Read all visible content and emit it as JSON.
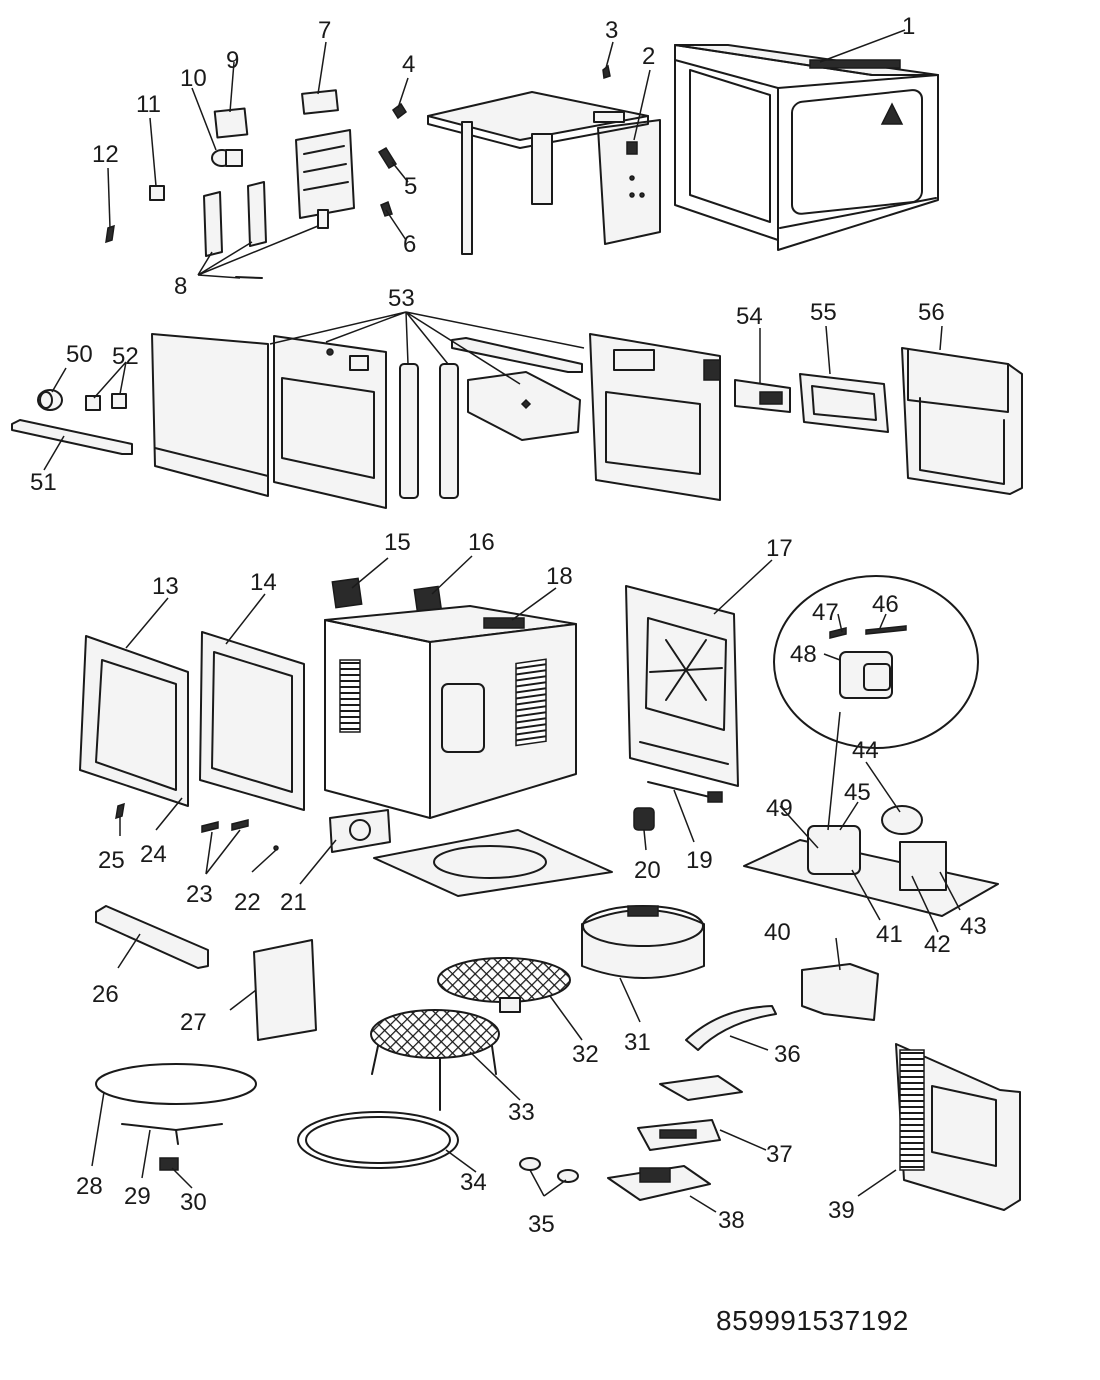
{
  "part_code": "859991537192",
  "callouts": [
    "1",
    "2",
    "3",
    "4",
    "5",
    "6",
    "7",
    "8",
    "9",
    "10",
    "11",
    "12",
    "13",
    "14",
    "15",
    "16",
    "17",
    "18",
    "19",
    "20",
    "21",
    "22",
    "23",
    "24",
    "25",
    "26",
    "27",
    "28",
    "29",
    "30",
    "31",
    "32",
    "33",
    "34",
    "35",
    "36",
    "37",
    "38",
    "39",
    "40",
    "41",
    "42",
    "43",
    "44",
    "45",
    "46",
    "47",
    "48",
    "49",
    "50",
    "51",
    "52",
    "53",
    "54",
    "55",
    "56"
  ]
}
